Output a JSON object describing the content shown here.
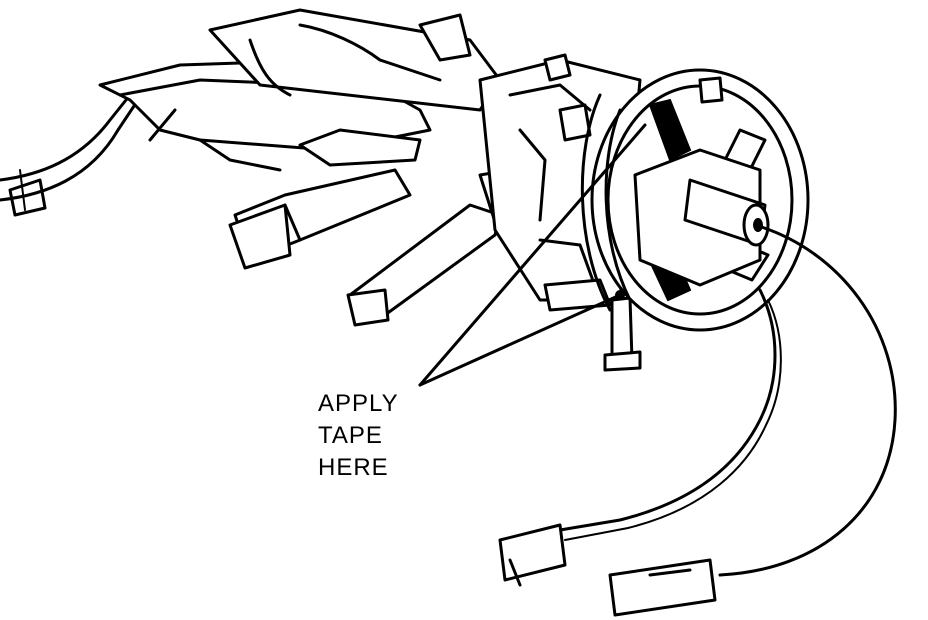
{
  "callout": {
    "lines": [
      "APPLY",
      "TAPE",
      "HERE"
    ]
  }
}
